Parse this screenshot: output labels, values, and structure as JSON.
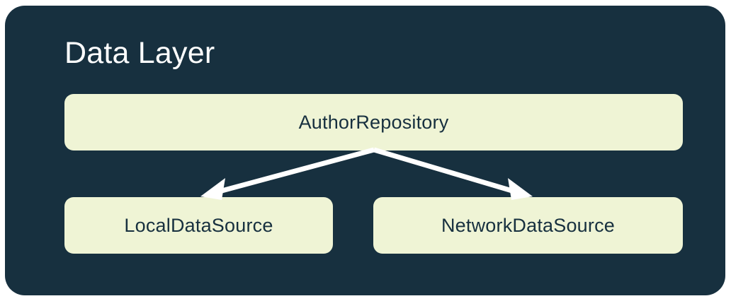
{
  "diagram": {
    "type": "architecture-layer-diagram",
    "title": "Data Layer",
    "panel_color": "#17303f",
    "node_color": "#eff4d5",
    "node_text_color": "#17303f",
    "title_color": "#ffffff",
    "connector_color": "#ffffff",
    "page_background": "#ffffff"
  },
  "nodes": [
    {
      "id": "repository",
      "label": "AuthorRepository",
      "role": "repository",
      "row": 1
    },
    {
      "id": "local",
      "label": "LocalDataSource",
      "role": "data-source",
      "row": 2
    },
    {
      "id": "network",
      "label": "NetworkDataSource",
      "role": "data-source",
      "row": 2
    }
  ],
  "edges": [
    {
      "id": "repository-to-local",
      "from": "repository",
      "to": "local",
      "style": "solid-arrow",
      "direction": "down-left"
    },
    {
      "id": "repository-to-network",
      "from": "repository",
      "to": "network",
      "style": "solid-arrow",
      "direction": "down-right"
    }
  ]
}
